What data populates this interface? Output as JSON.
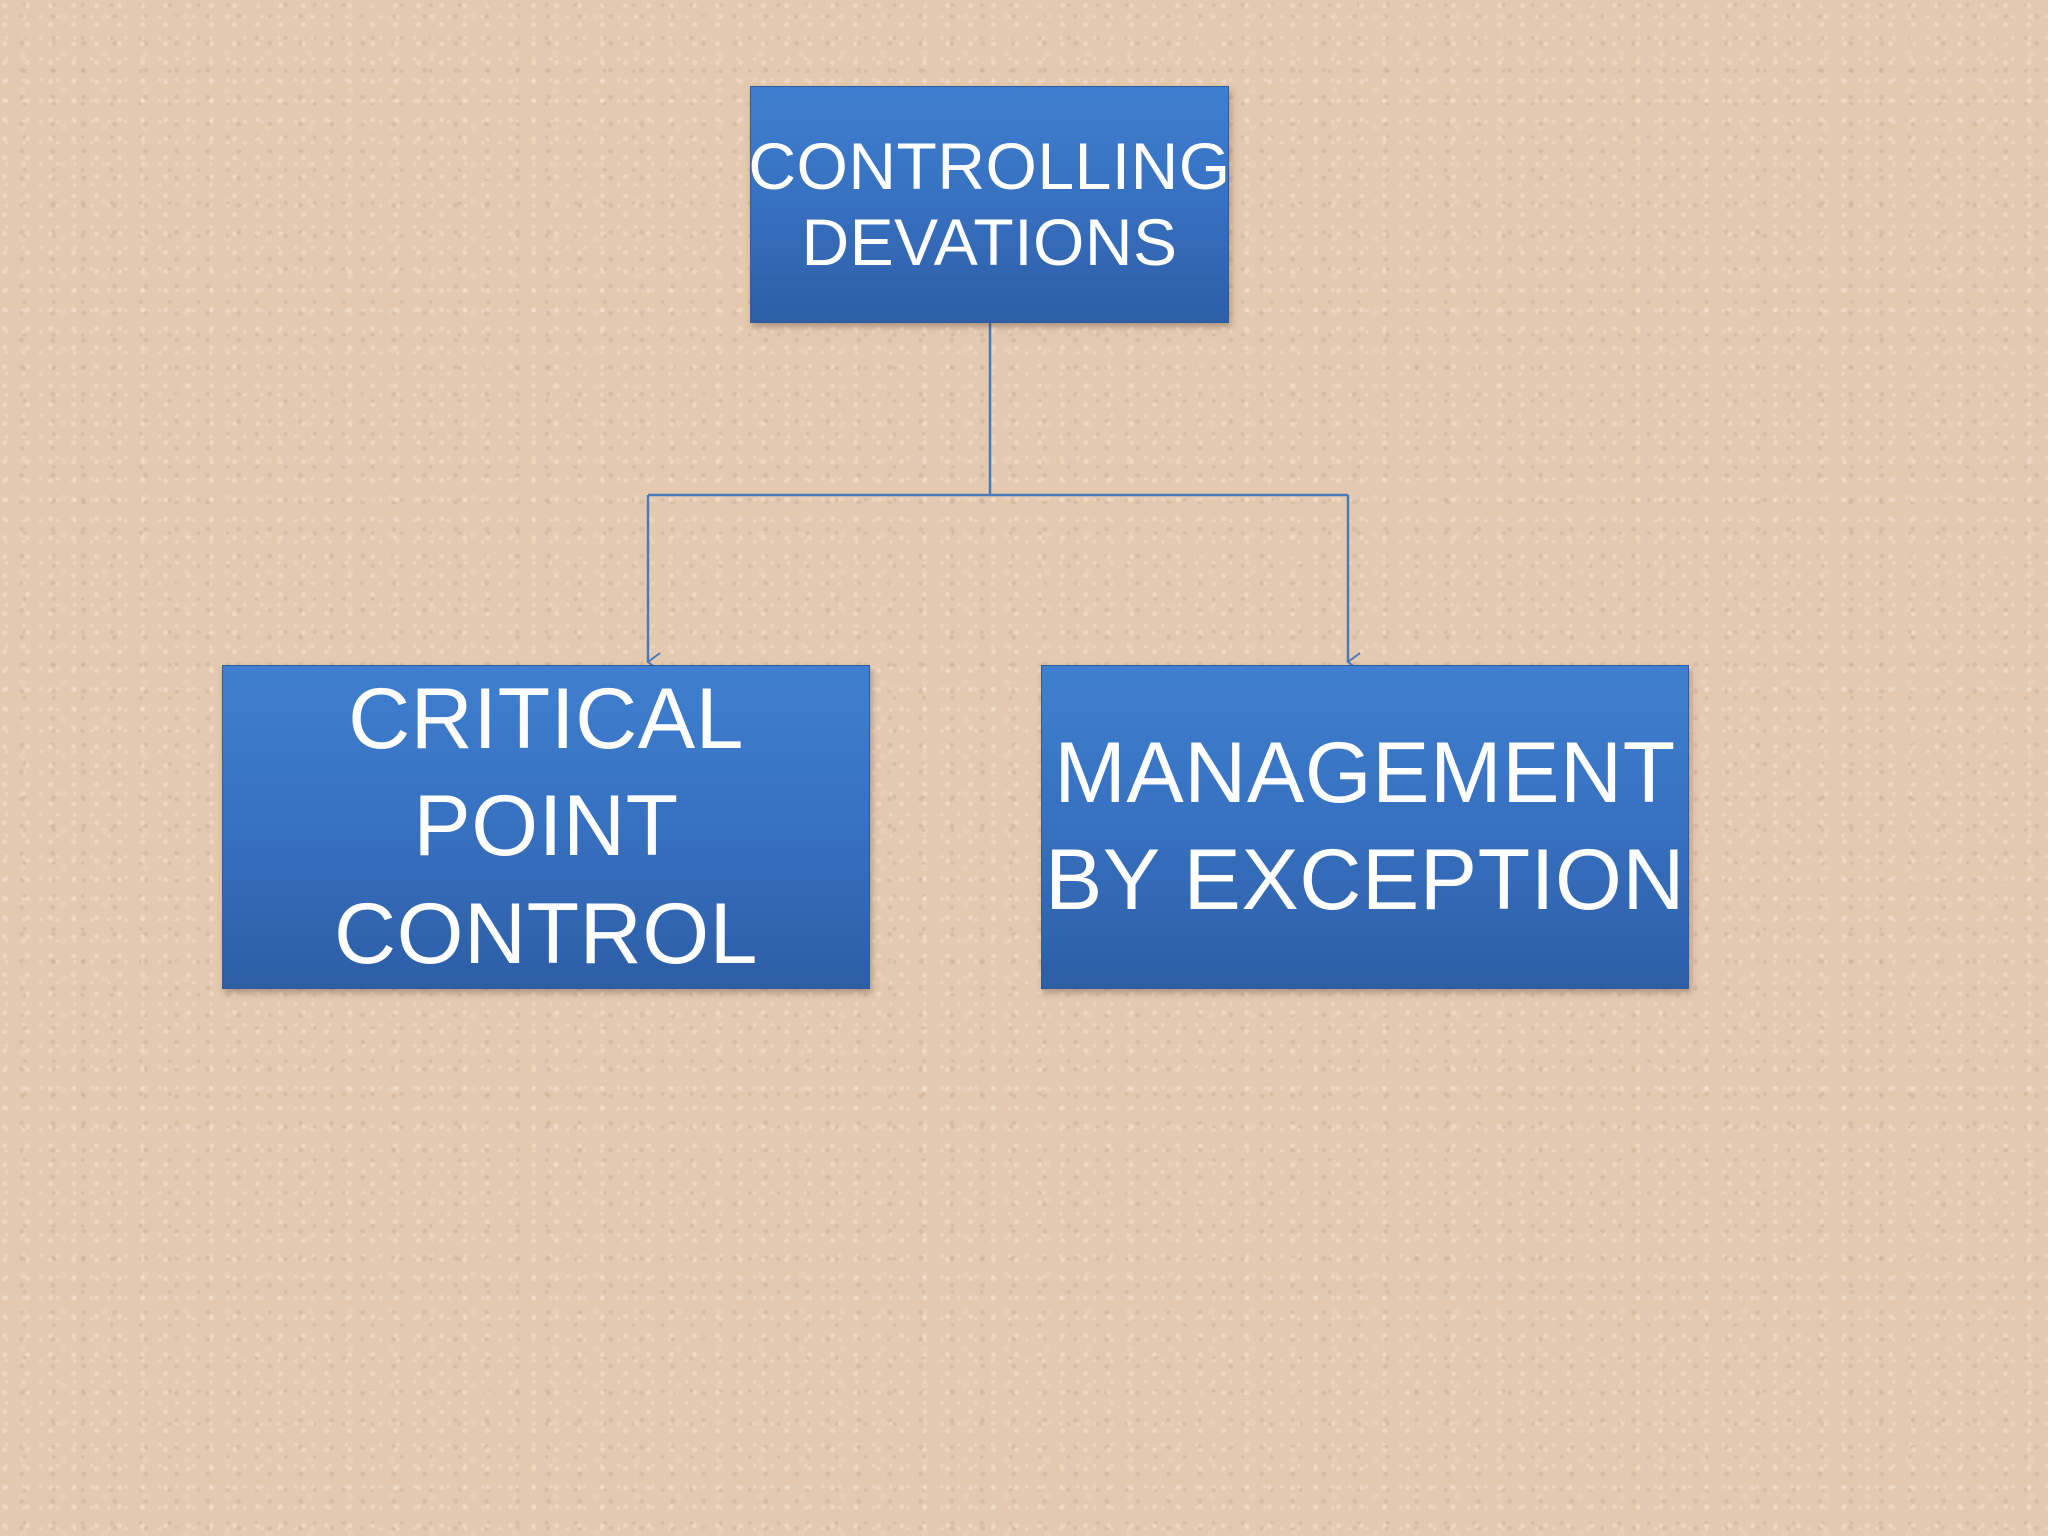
{
  "diagram": {
    "root": {
      "line1": "CONTROLLING",
      "line2": "DEVATIONS"
    },
    "children": [
      {
        "line1": "CRITICAL POINT",
        "line2": "CONTROL"
      },
      {
        "line1": "MANAGEMENT",
        "line2": "BY EXCEPTION"
      }
    ],
    "colors": {
      "node_fill": "#3872c2",
      "connector": "#4a7ab8",
      "background": "#e3c9b0"
    }
  }
}
